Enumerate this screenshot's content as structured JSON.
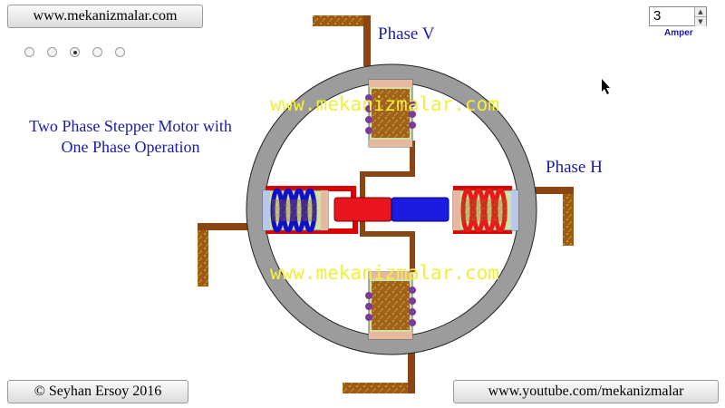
{
  "header": {
    "site_button": "www.mekanizmalar.com"
  },
  "radio_group": {
    "count": 5,
    "selected_index": 2
  },
  "title": {
    "line1": "Two Phase Stepper Motor with",
    "line2": "One Phase Operation"
  },
  "labels": {
    "phase_v": "Phase V",
    "phase_h": "Phase H"
  },
  "current": {
    "value": "3",
    "unit_label": "Amper"
  },
  "watermark": "www.mekanizmalar.com",
  "footer": {
    "copyright": "© Seyhan Ersoy 2016",
    "youtube": "www.youtube.com/mekanizmalar"
  },
  "colors": {
    "rotor_north": "#e8141e",
    "rotor_south": "#1c1ce0",
    "wire": "#dd0000",
    "stator_ring": "#9c9c9c",
    "coil_active": "#e81a1a",
    "coil_active_left": "#1010cc",
    "coil_inactive": "#a06414",
    "text_blue": "#1a1aa8",
    "watermark": "#f2ef3a"
  }
}
